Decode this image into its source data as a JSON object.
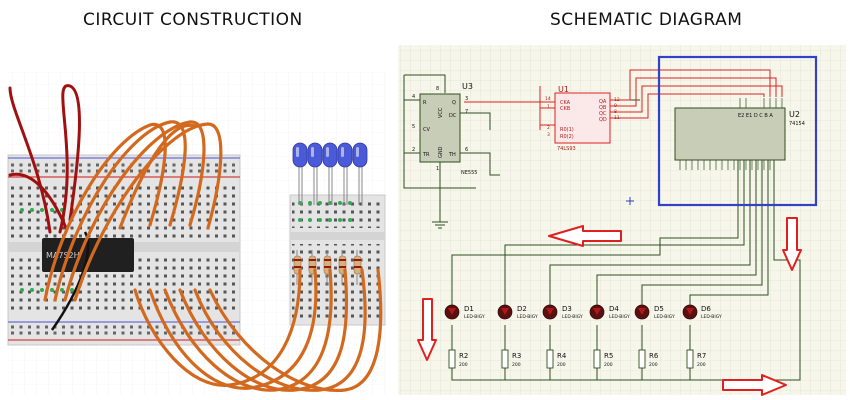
{
  "titles": {
    "construction": "CIRCUIT CONSTRUCTION",
    "schematic": "SCHEMATIC DIAGRAM"
  },
  "construction": {
    "chip_label": "MA7S2H"
  },
  "schematic": {
    "u3": {
      "ref": "U3",
      "part": "NE555",
      "pins_left": [
        "R",
        "CV",
        "TR"
      ],
      "pins_right": [
        "Q",
        "DC",
        "TH"
      ],
      "pins_top": [
        "VCC"
      ],
      "pins_bottom": [
        "GND"
      ],
      "pin_numbers": [
        "4",
        "8",
        "3",
        "7",
        "5",
        "2",
        "1",
        "6"
      ]
    },
    "u1": {
      "ref": "U1",
      "part": "74LS93",
      "pins_left": [
        "CKA",
        "CKB",
        "R0(1)",
        "R0(2)"
      ],
      "pins_right": [
        "QA",
        "QB",
        "QC",
        "QD"
      ],
      "pin_numbers": [
        "14",
        "1",
        "2",
        "3",
        "12",
        "9",
        "8",
        "11"
      ]
    },
    "u2": {
      "ref": "U2",
      "part": "74154",
      "top_pins": "E2 E1 D C B A"
    },
    "leds": [
      {
        "ref": "D1",
        "part": "LED-BIGY"
      },
      {
        "ref": "D2",
        "part": "LED-BIGY"
      },
      {
        "ref": "D3",
        "part": "LED-BIGY"
      },
      {
        "ref": "D4",
        "part": "LED-BIGY"
      },
      {
        "ref": "D5",
        "part": "LED-BIGY"
      },
      {
        "ref": "D6",
        "part": "LED-BIGY"
      }
    ],
    "resistors": [
      {
        "ref": "R2",
        "value": "200"
      },
      {
        "ref": "R3",
        "value": "200"
      },
      {
        "ref": "R4",
        "value": "200"
      },
      {
        "ref": "R5",
        "value": "200"
      },
      {
        "ref": "R6",
        "value": "200"
      },
      {
        "ref": "R7",
        "value": "200"
      }
    ]
  },
  "colors": {
    "wire_dark": "#2f4f1f",
    "wire_red": "#e02020",
    "chip_fill": "#c8cdb7",
    "component_red": "#b01818",
    "select_box": "#3340c8",
    "arrow": "#e02020",
    "jumper": "#d2691e",
    "jumper_red": "#a01010",
    "led_blue": "#4a5ad8"
  }
}
